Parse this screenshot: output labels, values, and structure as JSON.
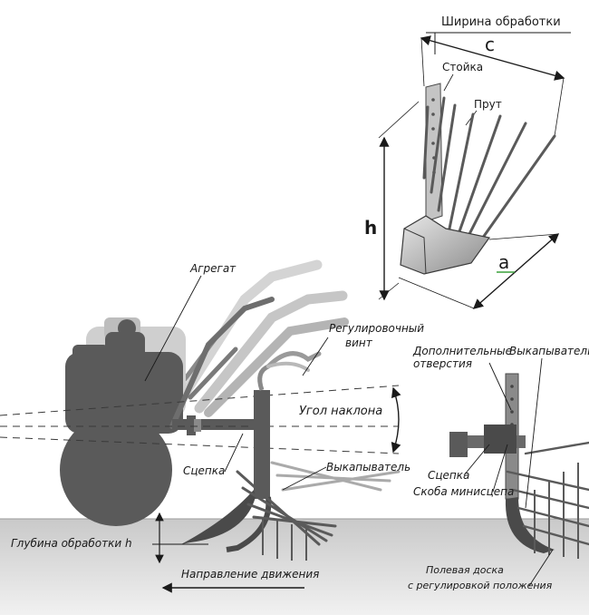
{
  "top": {
    "title": "Ширина обработки",
    "c": "c",
    "stoyka": "Стойка",
    "prut": "Прут",
    "h": "h",
    "a": "a"
  },
  "main": {
    "agregat": "Агрегат",
    "regul_1": "Регулировочный",
    "regul_2": "винт",
    "ugol": "Угол наклона",
    "scepka": "Сцепка",
    "vykap_left": "Выкапыватель",
    "glubina": "Глубина обработки h",
    "napravlenie": "Направление движения",
    "dop_1": "Дополнительные",
    "dop_2": "отверстия",
    "vykap_right": "Выкапыватель",
    "scepka_right": "Сцепка",
    "skoba": "Скоба минисцепа",
    "doska_1": "Полевая доска",
    "doska_2": "с регулировкой положения"
  },
  "colors": {
    "machine": "#5a5a5a",
    "ghost": "#b8b8b8",
    "ground": "#d6d6d6",
    "ink": "#1a1a1a"
  }
}
